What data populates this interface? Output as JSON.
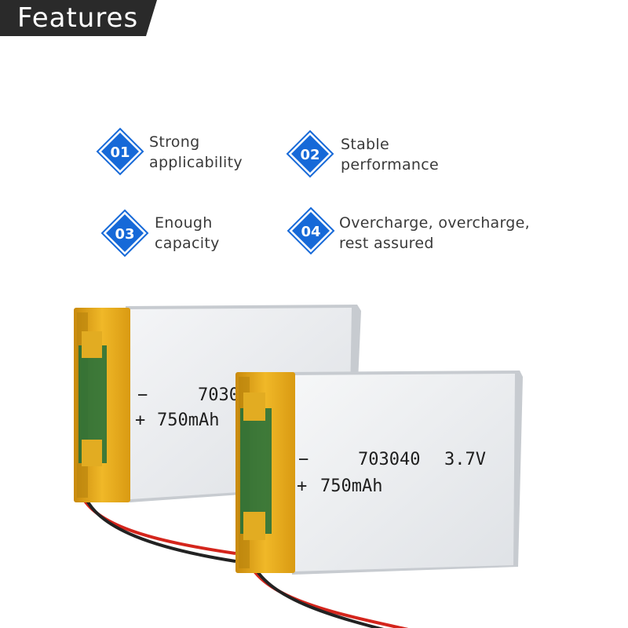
{
  "header": {
    "title": "Features"
  },
  "features": [
    {
      "number": "01",
      "line1": "Strong",
      "line2": "applicability"
    },
    {
      "number": "02",
      "line1": "Stable",
      "line2": "performance"
    },
    {
      "number": "03",
      "line1": "Enough",
      "line2": "capacity"
    },
    {
      "number": "04",
      "line1": "Overcharge, overcharge,",
      "line2": "rest assured"
    }
  ],
  "battery_back": {
    "minus": "−",
    "model": "7030",
    "plus": "+",
    "capacity": "750mAh"
  },
  "battery_front": {
    "minus": "−",
    "model": "703040",
    "voltage": "3.7V",
    "plus": "+",
    "capacity": "750mAh"
  },
  "colors": {
    "badge_blue": "#1669d8",
    "banner": "#2a2a2a",
    "wrap_yellow": "#e8a718",
    "body_silver": "#e9ecef",
    "wire_red": "#d4251c"
  }
}
